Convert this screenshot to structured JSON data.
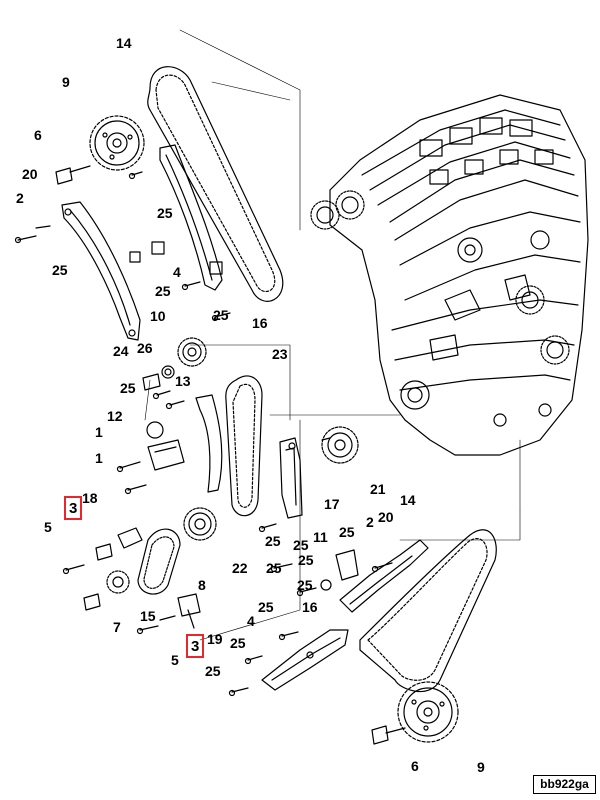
{
  "reference_code": "bb922ga",
  "highlight_color": "#e8262c",
  "callouts": [
    {
      "id": "c14a",
      "text": "14"
    },
    {
      "id": "c9a",
      "text": "9"
    },
    {
      "id": "c6a",
      "text": "6"
    },
    {
      "id": "c20a",
      "text": "20"
    },
    {
      "id": "c2a",
      "text": "2"
    },
    {
      "id": "c25a",
      "text": "25"
    },
    {
      "id": "c25b",
      "text": "25"
    },
    {
      "id": "c4a",
      "text": "4"
    },
    {
      "id": "c25c",
      "text": "25"
    },
    {
      "id": "c25d",
      "text": "25"
    },
    {
      "id": "c16a",
      "text": "16"
    },
    {
      "id": "c10",
      "text": "10"
    },
    {
      "id": "c24",
      "text": "24"
    },
    {
      "id": "c26",
      "text": "26"
    },
    {
      "id": "c13",
      "text": "13"
    },
    {
      "id": "c23",
      "text": "23"
    },
    {
      "id": "c25e",
      "text": "25"
    },
    {
      "id": "c12",
      "text": "12"
    },
    {
      "id": "c1a",
      "text": "1"
    },
    {
      "id": "c1b",
      "text": "1"
    },
    {
      "id": "c21",
      "text": "21"
    },
    {
      "id": "c18",
      "text": "18"
    },
    {
      "id": "c17",
      "text": "17"
    },
    {
      "id": "c14b",
      "text": "14"
    },
    {
      "id": "c5a",
      "text": "5"
    },
    {
      "id": "c25f",
      "text": "25"
    },
    {
      "id": "c25g",
      "text": "25"
    },
    {
      "id": "c11",
      "text": "11"
    },
    {
      "id": "c25h",
      "text": "25"
    },
    {
      "id": "c2b",
      "text": "2"
    },
    {
      "id": "c20b",
      "text": "20"
    },
    {
      "id": "c25i",
      "text": "25"
    },
    {
      "id": "c22",
      "text": "22"
    },
    {
      "id": "c25j",
      "text": "25"
    },
    {
      "id": "c8",
      "text": "8"
    },
    {
      "id": "c25k",
      "text": "25"
    },
    {
      "id": "c16b",
      "text": "16"
    },
    {
      "id": "c7",
      "text": "7"
    },
    {
      "id": "c15",
      "text": "15"
    },
    {
      "id": "c25l",
      "text": "25"
    },
    {
      "id": "c4b",
      "text": "4"
    },
    {
      "id": "c19",
      "text": "19"
    },
    {
      "id": "c25m",
      "text": "25"
    },
    {
      "id": "c5b",
      "text": "5"
    },
    {
      "id": "c25n",
      "text": "25"
    },
    {
      "id": "c6b",
      "text": "6"
    },
    {
      "id": "c9b",
      "text": "9"
    }
  ],
  "highlighted": [
    {
      "id": "h3a",
      "text": "3"
    },
    {
      "id": "h3b",
      "text": "3"
    }
  ]
}
